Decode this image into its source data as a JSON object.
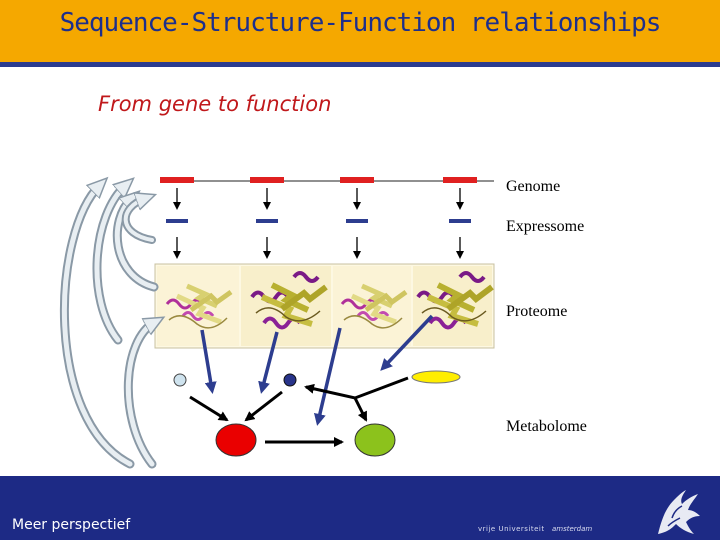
{
  "slide": {
    "title": "Sequence-Structure-Function relationships",
    "subtitle": "From gene to function"
  },
  "levels": {
    "genome": "Genome",
    "expressome": "Expressome",
    "proteome": "Proteome",
    "metabolome": "Metabolome"
  },
  "footer": {
    "tagline": "Meer perspectief",
    "university": "vrije Universiteit",
    "city": "amsterdam"
  },
  "icons": {
    "logo": "griffin-logo-icon",
    "protein": "protein-structure-icon"
  },
  "colors": {
    "title_bar": "#f5a800",
    "title_text": "#1d2f8c",
    "subtitle_text": "#c0181b",
    "gene_bar": "#e02020",
    "expression_bar": "#2d3d8f",
    "footer": "#1d2a85",
    "metabolite_red": "#ea0000",
    "metabolite_green": "#8cc21c",
    "metabolite_yellow": "#ffee00",
    "metabolite_lightblue": "#cfe3ee",
    "metabolite_navy": "#28348a"
  }
}
